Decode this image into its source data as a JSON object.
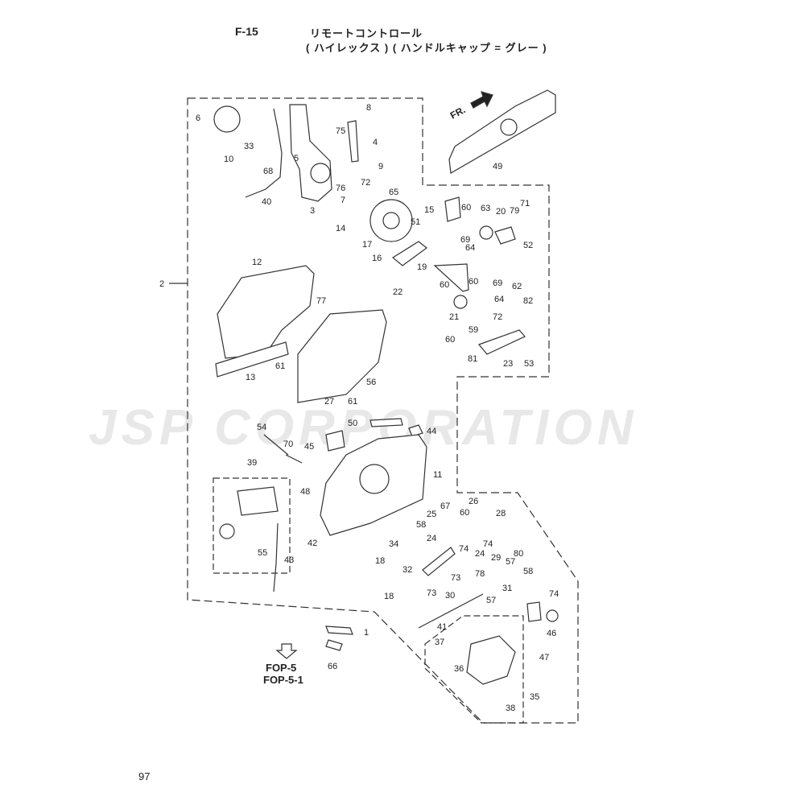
{
  "header": {
    "fig_code": "F-15",
    "title_line1": "リモートコントロール",
    "title_line2": "( ハイレックス ) ( ハンドルキャップ = グレー )"
  },
  "page_number": "97",
  "watermark": "JSP CORPORATION",
  "direction_label": "FR.",
  "refs": {
    "fop5": "FOP-5",
    "fop51": "FOP-5-1"
  },
  "callouts": [
    {
      "id": "1",
      "label": "1"
    },
    {
      "id": "2",
      "label": "2"
    },
    {
      "id": "3",
      "label": "3"
    },
    {
      "id": "4",
      "label": "4"
    },
    {
      "id": "5",
      "label": "5"
    },
    {
      "id": "6",
      "label": "6"
    },
    {
      "id": "7",
      "label": "7"
    },
    {
      "id": "8",
      "label": "8"
    },
    {
      "id": "9",
      "label": "9"
    },
    {
      "id": "10",
      "label": "10"
    },
    {
      "id": "11",
      "label": "11"
    },
    {
      "id": "12",
      "label": "12"
    },
    {
      "id": "13",
      "label": "13"
    },
    {
      "id": "14",
      "label": "14"
    },
    {
      "id": "15",
      "label": "15"
    },
    {
      "id": "16",
      "label": "16"
    },
    {
      "id": "17",
      "label": "17"
    },
    {
      "id": "18a",
      "label": "18"
    },
    {
      "id": "18b",
      "label": "18"
    },
    {
      "id": "19",
      "label": "19"
    },
    {
      "id": "20",
      "label": "20"
    },
    {
      "id": "21",
      "label": "21"
    },
    {
      "id": "22",
      "label": "22"
    },
    {
      "id": "23",
      "label": "23"
    },
    {
      "id": "24a",
      "label": "24"
    },
    {
      "id": "24b",
      "label": "24"
    },
    {
      "id": "25",
      "label": "25"
    },
    {
      "id": "26",
      "label": "26"
    },
    {
      "id": "27",
      "label": "27"
    },
    {
      "id": "28",
      "label": "28"
    },
    {
      "id": "29",
      "label": "29"
    },
    {
      "id": "30",
      "label": "30"
    },
    {
      "id": "31",
      "label": "31"
    },
    {
      "id": "32",
      "label": "32"
    },
    {
      "id": "33",
      "label": "33"
    },
    {
      "id": "34",
      "label": "34"
    },
    {
      "id": "35",
      "label": "35"
    },
    {
      "id": "36",
      "label": "36"
    },
    {
      "id": "37",
      "label": "37"
    },
    {
      "id": "38",
      "label": "38"
    },
    {
      "id": "39",
      "label": "39"
    },
    {
      "id": "40",
      "label": "40"
    },
    {
      "id": "41",
      "label": "41"
    },
    {
      "id": "42",
      "label": "42"
    },
    {
      "id": "43",
      "label": "43"
    },
    {
      "id": "44",
      "label": "44"
    },
    {
      "id": "45",
      "label": "45"
    },
    {
      "id": "46",
      "label": "46"
    },
    {
      "id": "47",
      "label": "47"
    },
    {
      "id": "48",
      "label": "48"
    },
    {
      "id": "49",
      "label": "49"
    },
    {
      "id": "50",
      "label": "50"
    },
    {
      "id": "51",
      "label": "51"
    },
    {
      "id": "52",
      "label": "52"
    },
    {
      "id": "53",
      "label": "53"
    },
    {
      "id": "54",
      "label": "54"
    },
    {
      "id": "55",
      "label": "55"
    },
    {
      "id": "56",
      "label": "56"
    },
    {
      "id": "57a",
      "label": "57"
    },
    {
      "id": "57b",
      "label": "57"
    },
    {
      "id": "58a",
      "label": "58"
    },
    {
      "id": "58b",
      "label": "58"
    },
    {
      "id": "59",
      "label": "59"
    },
    {
      "id": "60a",
      "label": "60"
    },
    {
      "id": "60b",
      "label": "60"
    },
    {
      "id": "60c",
      "label": "60"
    },
    {
      "id": "60d",
      "label": "60"
    },
    {
      "id": "60e",
      "label": "60"
    },
    {
      "id": "61a",
      "label": "61"
    },
    {
      "id": "61b",
      "label": "61"
    },
    {
      "id": "62",
      "label": "62"
    },
    {
      "id": "63",
      "label": "63"
    },
    {
      "id": "64a",
      "label": "64"
    },
    {
      "id": "64b",
      "label": "64"
    },
    {
      "id": "65",
      "label": "65"
    },
    {
      "id": "66",
      "label": "66"
    },
    {
      "id": "67",
      "label": "67"
    },
    {
      "id": "68",
      "label": "68"
    },
    {
      "id": "69a",
      "label": "69"
    },
    {
      "id": "69b",
      "label": "69"
    },
    {
      "id": "70",
      "label": "70"
    },
    {
      "id": "71",
      "label": "71"
    },
    {
      "id": "72a",
      "label": "72"
    },
    {
      "id": "72b",
      "label": "72"
    },
    {
      "id": "73a",
      "label": "73"
    },
    {
      "id": "73b",
      "label": "73"
    },
    {
      "id": "74a",
      "label": "74"
    },
    {
      "id": "74b",
      "label": "74"
    },
    {
      "id": "74c",
      "label": "74"
    },
    {
      "id": "75",
      "label": "75"
    },
    {
      "id": "76",
      "label": "76"
    },
    {
      "id": "77",
      "label": "77"
    },
    {
      "id": "78",
      "label": "78"
    },
    {
      "id": "79",
      "label": "79"
    },
    {
      "id": "80",
      "label": "80"
    },
    {
      "id": "81",
      "label": "81"
    },
    {
      "id": "82",
      "label": "82"
    }
  ]
}
